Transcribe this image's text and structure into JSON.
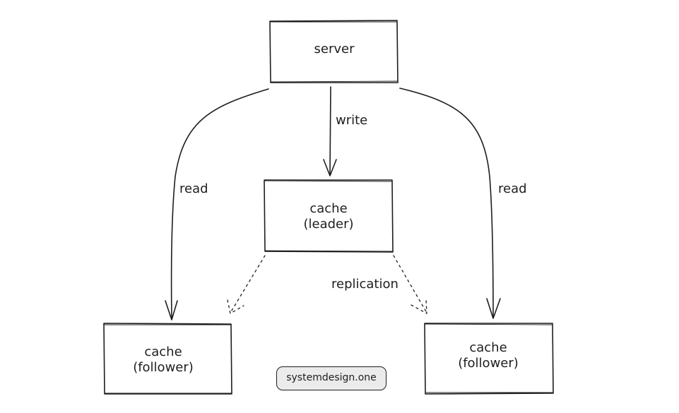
{
  "diagram": {
    "nodes": {
      "server": {
        "lines": [
          "server"
        ]
      },
      "leader": {
        "lines": [
          "cache",
          "(leader)"
        ]
      },
      "follower_left": {
        "lines": [
          "cache",
          "(follower)"
        ]
      },
      "follower_right": {
        "lines": [
          "cache",
          "(follower)"
        ]
      }
    },
    "edges": {
      "write": {
        "label": "write",
        "from": "server",
        "to": "cache (leader)"
      },
      "read_left": {
        "label": "read",
        "from": "server",
        "to": "cache (follower) left"
      },
      "read_right": {
        "label": "read",
        "from": "server",
        "to": "cache (follower) right"
      },
      "replication": {
        "label": "replication",
        "from": "cache (leader)",
        "to": "cache (follower)"
      }
    },
    "brand": "systemdesign.one",
    "colors": {
      "stroke": "#1e1e1e",
      "background": "#ffffff",
      "badge_fill": "#ebebeb"
    }
  }
}
